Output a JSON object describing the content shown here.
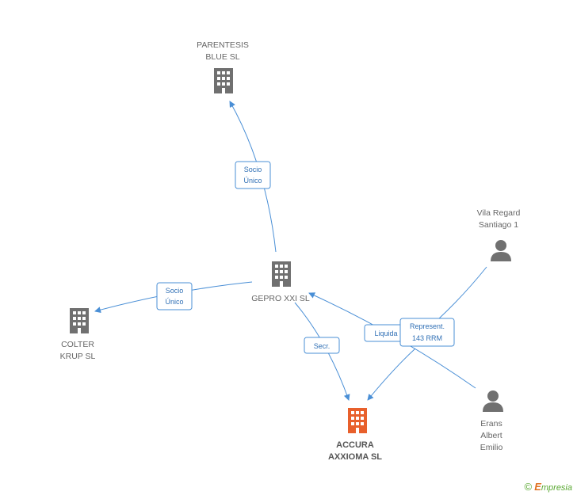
{
  "nodes": {
    "parentesis": {
      "line1": "PARENTESIS",
      "line2": "BLUE SL"
    },
    "gepro": {
      "line1": "GEPRO XXI SL"
    },
    "colter": {
      "line1": "COLTER",
      "line2": "KRUP SL"
    },
    "accura": {
      "line1": "ACCURA",
      "line2": "AXXIOMA SL"
    },
    "vila": {
      "line1": "Vila Regard",
      "line2": "Santiago 1"
    },
    "erans": {
      "line1": "Erans",
      "line2": "Albert",
      "line3": "Emilio"
    }
  },
  "edges": {
    "socio_unico_1": {
      "line1": "Socio",
      "line2": "Único"
    },
    "socio_unico_2": {
      "line1": "Socio",
      "line2": "Único"
    },
    "secr": {
      "line1": "Secr."
    },
    "liquida": {
      "line1": "Liquida"
    },
    "represent": {
      "line1": "Represent.",
      "line2": "143 RRM"
    }
  },
  "colors": {
    "company": "#707070",
    "main_company": "#e8602c",
    "person": "#707070",
    "edge": "#4a8fd6"
  },
  "footer": {
    "copyright": "©",
    "brand_first": "E",
    "brand_rest": "mpresia"
  }
}
